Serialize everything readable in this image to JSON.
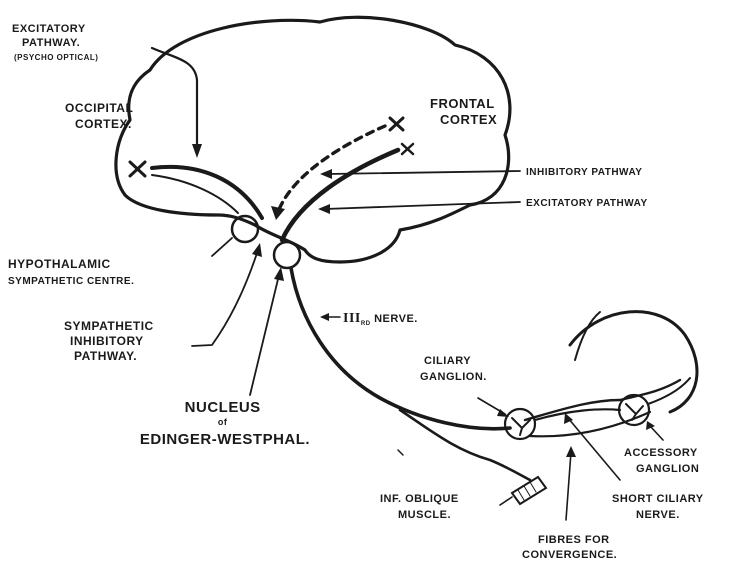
{
  "labels": {
    "excitatory_pathway_top": [
      "EXCITATORY",
      "PATHWAY.",
      "(PSYCHO OPTICAL)"
    ],
    "occipital_cortex": [
      "OCCIPITAL",
      "CORTEX."
    ],
    "frontal_cortex": [
      "FRONTAL",
      "CORTEX"
    ],
    "inhibitory_pathway": "INHIBITORY PATHWAY",
    "excitatory_pathway_right": "EXCITATORY PATHWAY",
    "hypothalamic_centre": [
      "HYPOTHALAMIC",
      "SYMPATHETIC CENTRE."
    ],
    "sympathetic_inhibitory": [
      "SYMPATHETIC",
      "INHIBITORY",
      "PATHWAY."
    ],
    "third_nerve": "III",
    "third_nerve_sub": "RD",
    "third_nerve_rest": " NERVE.",
    "nucleus": [
      "NUCLEUS",
      "of",
      "EDINGER-WESTPHAL."
    ],
    "ciliary_ganglion": [
      "CILIARY",
      "GANGLION."
    ],
    "accessory_ganglion": [
      "ACCESSORY",
      "GANGLION"
    ],
    "short_ciliary": [
      "SHORT CILIARY",
      "NERVE."
    ],
    "inf_oblique": [
      "INF. OBLIQUE",
      "MUSCLE."
    ],
    "fibres": [
      "FIBRES FOR",
      "CONVERGENCE."
    ]
  },
  "colors": {
    "ink": "#1a1a1a",
    "paper": "#ffffff"
  }
}
